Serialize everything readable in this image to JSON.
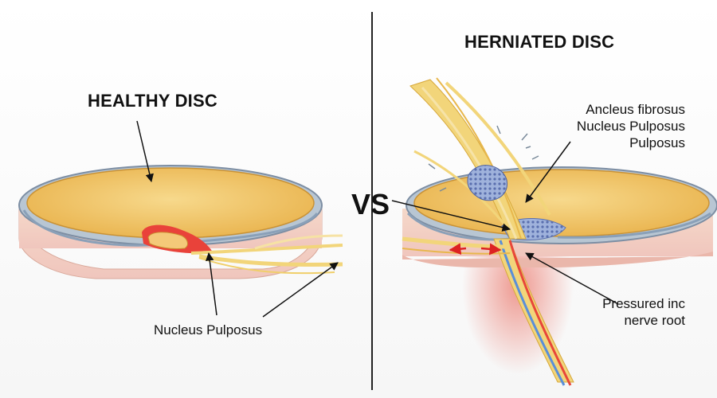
{
  "titles": {
    "healthy": "HEALTHY DISC",
    "herniated": "HERNIATED DISC",
    "vs": "VS"
  },
  "labels": {
    "nucleus_pulposus": "Nucleus Pulposus",
    "herniated_lines": [
      "Ancleus fibrosus",
      "Nucleus Pulposus",
      "Pulposus"
    ],
    "pressure_lines": [
      "Pressured inc",
      "nerve root"
    ]
  },
  "colors": {
    "disc_fill": "#f3c96a",
    "disc_rim": "#b8c6d3",
    "nerve": "#f2d57a",
    "inflammation": "#e8463a",
    "nucleus_extrusion": "#8ea2cf",
    "divider": "#222222"
  }
}
